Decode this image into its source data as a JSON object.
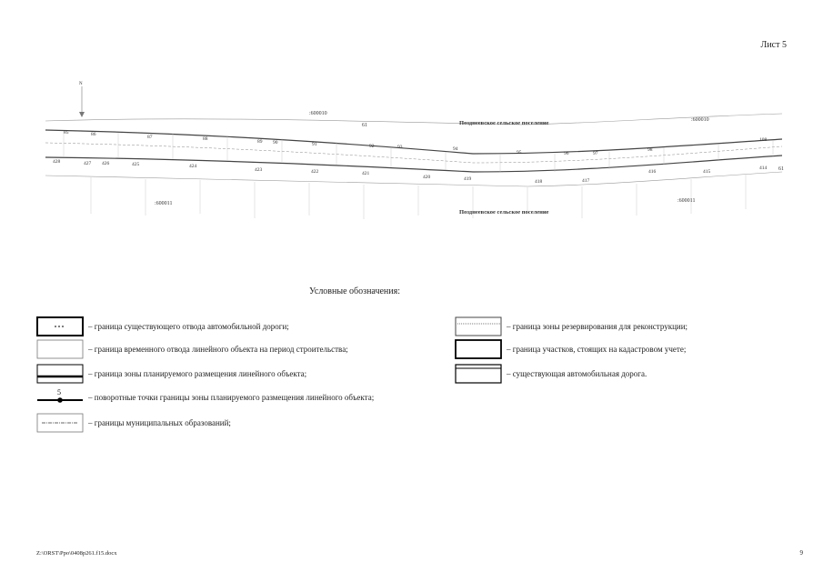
{
  "sheet_label": "Лист 5",
  "map": {
    "settlement_top": "Позднеевское сельское поселение",
    "settlement_bottom": "Позднеевское сельское поселение",
    "parcel_labels": [
      ":600010",
      ":600010",
      ":600011",
      ":600011",
      "61",
      "61"
    ],
    "north_label": "N",
    "top_points": [
      "85",
      "86",
      "87",
      "88",
      "89",
      "90",
      "91",
      "92",
      "93",
      "94",
      "95",
      "96",
      "97",
      "98",
      "108"
    ],
    "bottom_points": [
      "428",
      "427",
      "426",
      "425",
      "424",
      "423",
      "422",
      "421",
      "420",
      "419",
      "418",
      "417",
      "416",
      "415",
      "414"
    ]
  },
  "legend": {
    "title": "Условные обозначения:",
    "point_number": "5",
    "items": [
      {
        "text": "– граница существующего отвода  автомобильной дороги;"
      },
      {
        "text": "– граница временного отвода линейного объекта на период строительства;"
      },
      {
        "text": "– граница зоны планируемого размещения линейного объекта;"
      },
      {
        "text": "– поворотные точки границы зоны планируемого размещения линейного объекта;"
      },
      {
        "text": "– границы муниципальных образований;"
      },
      {
        "text": "– граница зоны резервирования для реконструкции;"
      },
      {
        "text": "– граница участков, стоящих на кадастровом учете;"
      },
      {
        "text": "– существующая автомобильная дорога."
      }
    ]
  },
  "footer": {
    "path": "Z:\\ORST\\Ppo\\0408p261.f15.docx",
    "page_number": "9"
  }
}
